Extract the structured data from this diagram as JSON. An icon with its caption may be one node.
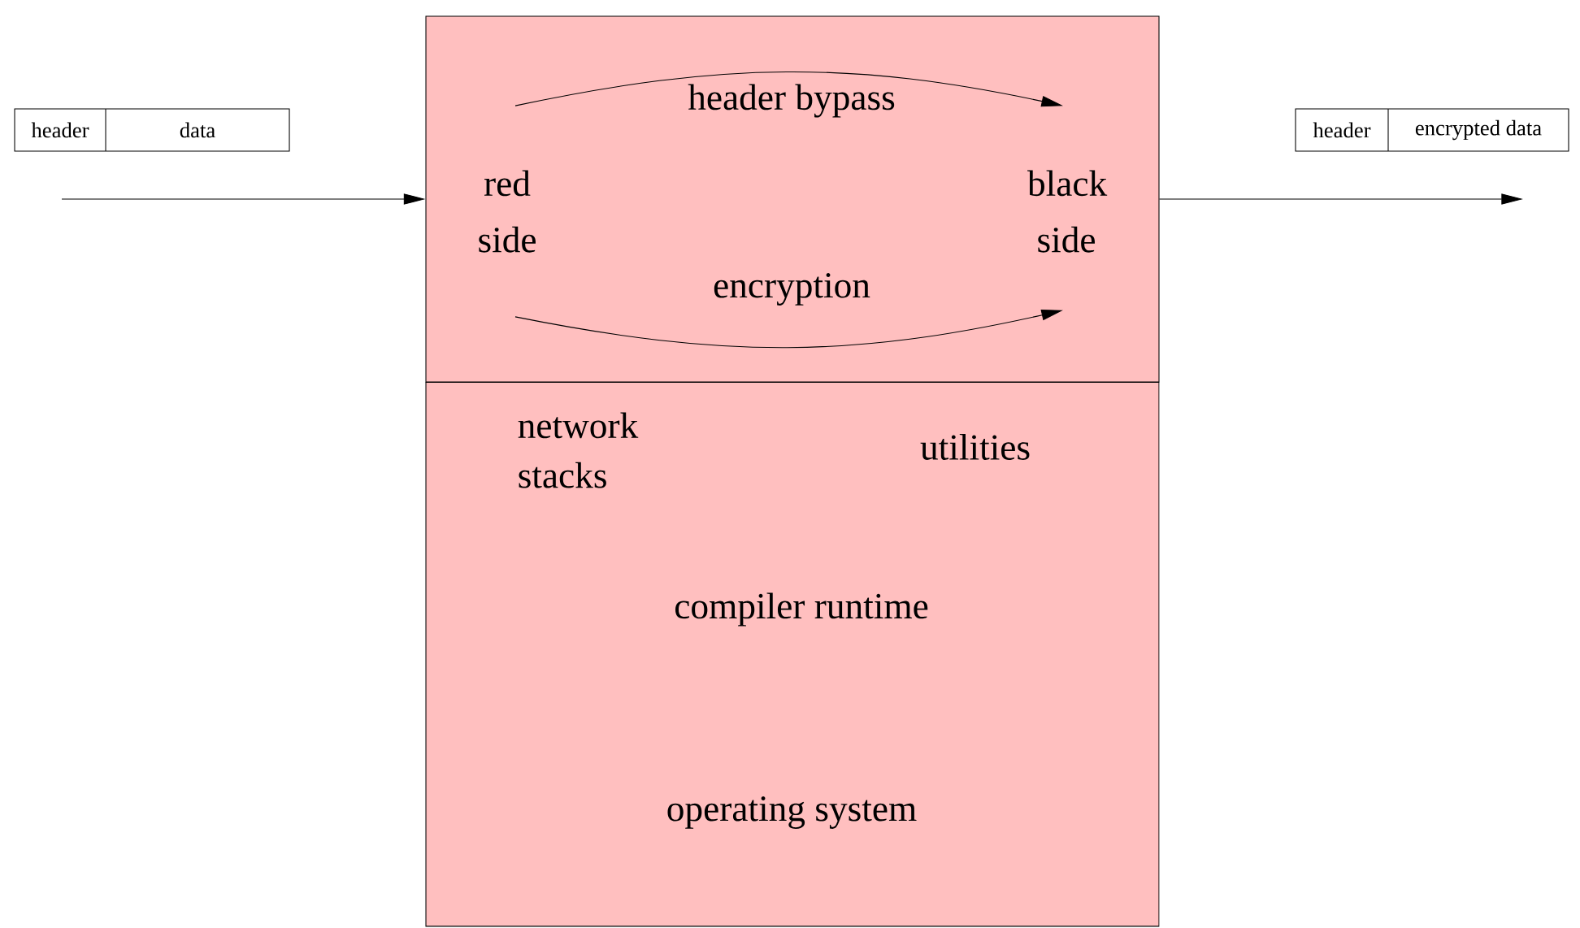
{
  "diagram": {
    "nodes": [
      {
        "text": [],
        "shape": "box"
      },
      {
        "text": [
          "red side"
        ],
        "in": 0
      },
      {
        "text": [
          "black side"
        ],
        "in": 0
      },
      {
        "text": [
          "network stacks",
          "utilities",
          "compiler runtime",
          "operating system"
        ]
      },
      {
        "text": [
          "header",
          "data"
        ]
      },
      {
        "text": [
          "header",
          "encrypted data"
        ]
      }
    ],
    "edges": [
      {
        "from": null,
        "to": 0,
        "arrow": "to"
      },
      {
        "from": 0,
        "to": null,
        "arrow": "to"
      },
      {
        "from": 1,
        "to": 2,
        "label": "header bypass",
        "arrow": "to"
      },
      {
        "from": 1,
        "to": 2,
        "label": "encryption",
        "arrow": "to"
      }
    ]
  }
}
